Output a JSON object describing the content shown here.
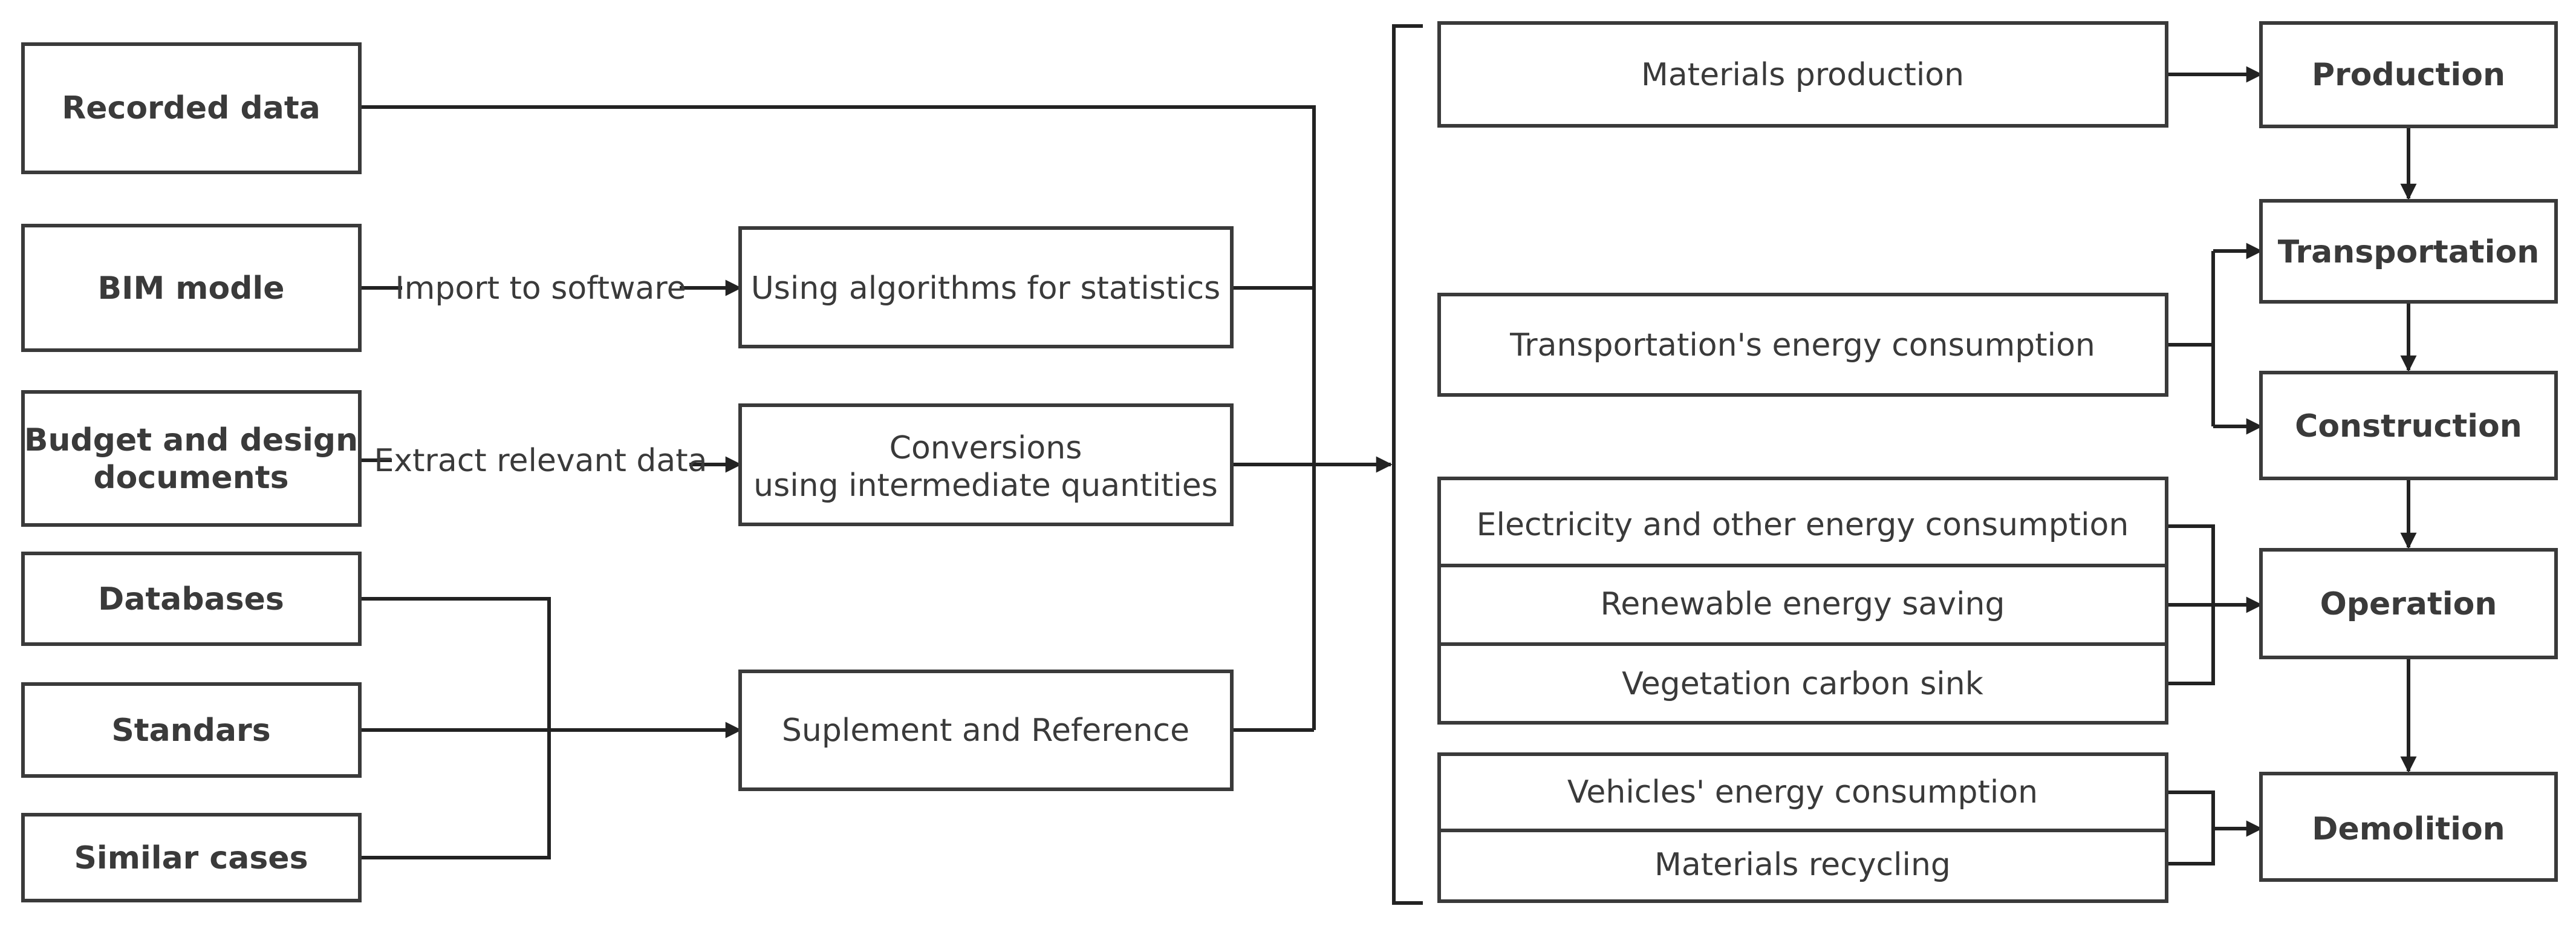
{
  "sources": {
    "recorded_data": "Recorded data",
    "bim_model": "BIM modle",
    "budget_docs": [
      "Budget and design",
      "documents"
    ],
    "databases": "Databases",
    "standards": "Standars",
    "similar_cases": "Similar cases"
  },
  "edge_labels": {
    "import": "Import to software",
    "extract": "Extract relevant data"
  },
  "methods": {
    "algorithms": "Using algorithms for statistics",
    "conversions": [
      "Conversions",
      "using intermediate quantities"
    ],
    "supplement": "Suplement and Reference"
  },
  "factors": {
    "materials_production": "Materials production",
    "transport_energy": "Transportation's energy consumption",
    "electricity": "Electricity and other energy consumption",
    "renewable": "Renewable energy saving",
    "vegetation": "Vegetation carbon sink",
    "vehicles": "Vehicles' energy consumption",
    "recycling": "Materials recycling"
  },
  "stages": {
    "production": "Production",
    "transportation": "Transportation",
    "construction": "Construction",
    "operation": "Operation",
    "demolition": "Demolition"
  }
}
